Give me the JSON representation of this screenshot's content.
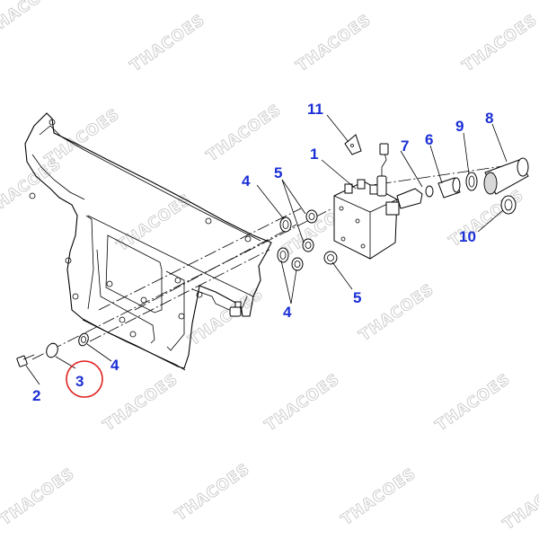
{
  "watermark": "THACOES",
  "callouts": {
    "c1": "1",
    "c2": "2",
    "c3": "3",
    "c4a": "4",
    "c4b": "4",
    "c4c": "4",
    "c5a": "5",
    "c5b": "5",
    "c6": "6",
    "c7": "7",
    "c8": "8",
    "c9": "9",
    "c10": "10",
    "c11": "11"
  },
  "highlight": {
    "callout": "3",
    "color": "#e02020"
  },
  "colors": {
    "callout_text": "#1a2fd6",
    "line": "#000000",
    "watermark": "#c9c9c9"
  }
}
